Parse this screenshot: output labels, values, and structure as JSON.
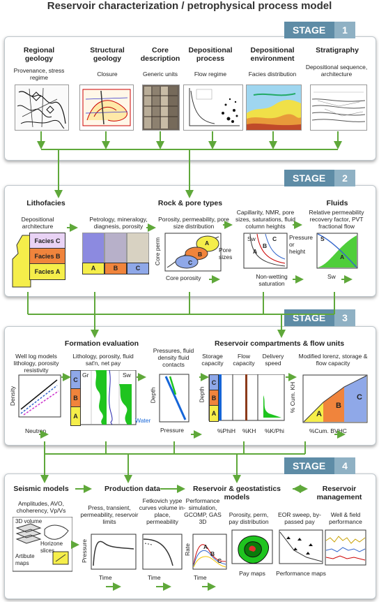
{
  "title": "Reservoir characterization / petrophysical process model",
  "stages": [
    {
      "label": "STAGE",
      "num": "1"
    },
    {
      "label": "STAGE",
      "num": "2"
    },
    {
      "label": "STAGE",
      "num": "3"
    },
    {
      "label": "STAGE",
      "num": "4"
    }
  ],
  "s1": {
    "regional": {
      "title": "Regional geology",
      "sub": "Provenance, stress regime"
    },
    "structural": {
      "title": "Structural geology",
      "sub": "Closure"
    },
    "core": {
      "title": "Core description",
      "sub": "Generic units"
    },
    "depproc": {
      "title": "Depositional process",
      "sub": "Flow regime"
    },
    "depenv": {
      "title": "Depositional environment",
      "sub": "Facies distribution"
    },
    "strat": {
      "title": "Stratigraphy",
      "sub": "Depositional sequence, architecture"
    }
  },
  "s2": {
    "litho": {
      "title": "Lithofacies",
      "sub": "Depositional architecture",
      "facies": [
        "Facies C",
        "Facies B",
        "Facies A"
      ]
    },
    "petro": {
      "sub": "Petrology, mineralogy, diagnesis, porosity",
      "labels": [
        "A",
        "B",
        "C"
      ]
    },
    "rock": {
      "title": "Rock & pore types",
      "sub": "Porosity, permeability, pore size distribution",
      "yaxis": "Core perm",
      "xaxis": "Core porosity",
      "side": "Pore sizes",
      "labels": [
        "A",
        "B",
        "C"
      ]
    },
    "cap": {
      "sub": "Capillarity, NMR, pore sizes, saturations, fluid column heights",
      "sw": "Sw",
      "yaxis": "Pressure or height",
      "xaxis": "Non-wetting saturation",
      "labels": [
        "A",
        "B",
        "C"
      ]
    },
    "fluids": {
      "title": "Fluids",
      "sub": "Relative permeability recovery factor, PVT fractional flow",
      "xaxis": "Sw",
      "labels": [
        "S",
        "A"
      ]
    }
  },
  "s3": {
    "wl": {
      "sub": "Well log models lithology, porosity resistivity",
      "yaxis": "Density",
      "xaxis": "Neutron"
    },
    "fe": {
      "title": "Formation evaluation",
      "sub": "Lithology, porosity, fluid sat'n, net pay",
      "gr": "Gr",
      "sw": "Sw",
      "labels": [
        "C",
        "B",
        "A"
      ]
    },
    "press": {
      "sub": "Pressures, fluid density fluid contacts",
      "yaxis": "Depth",
      "xaxis": "Pressure",
      "water": "Water"
    },
    "rc": {
      "title": "Reservoir compartments & flow units",
      "storage": "Storage capacity",
      "flow": "Flow capacity",
      "delivery": "Delivery speed",
      "yaxis": "Depth",
      "labels": [
        "C",
        "B",
        "A"
      ],
      "xlabels": [
        "%PhiH",
        "%KH",
        "%K/Phi"
      ]
    },
    "lorenz": {
      "sub": "Modified lorenz, storage & flow capacity",
      "yaxis": "% Cum. KH",
      "xaxis": "%Cum. BVHC",
      "labels": [
        "A",
        "B",
        "C"
      ]
    }
  },
  "s4": {
    "seis": {
      "title": "Seismic models",
      "sub": "Amplitudes, AVO, choherency, Vp/Vs",
      "vol": "3D volume",
      "hor": "Horizone slices",
      "attr": "Artibute maps"
    },
    "prod": {
      "title": "Production data",
      "sub": "Press, transient, permeability, reservoir limits",
      "yaxis": "Pressure",
      "xaxis": "Time"
    },
    "fetk": {
      "sub": "Fetkovich yype curves volume in-place, permeability",
      "xaxis": "Time"
    },
    "perf": {
      "sub": "Performance simulation, GCOMP, GAS 3D",
      "yaxis": "Rate",
      "xaxis": "Time",
      "labels": [
        "A",
        "B",
        "C"
      ]
    },
    "geo": {
      "title": "Reservoir & geostatistics models",
      "sub": "Porosity, perm, pay distribution",
      "cap": "Pay maps"
    },
    "eor": {
      "sub": "EOR sweep, by-passed pay",
      "cap": "Performance maps"
    },
    "mgmt": {
      "title": "Reservoir management",
      "sub": "Well & field performance"
    }
  }
}
